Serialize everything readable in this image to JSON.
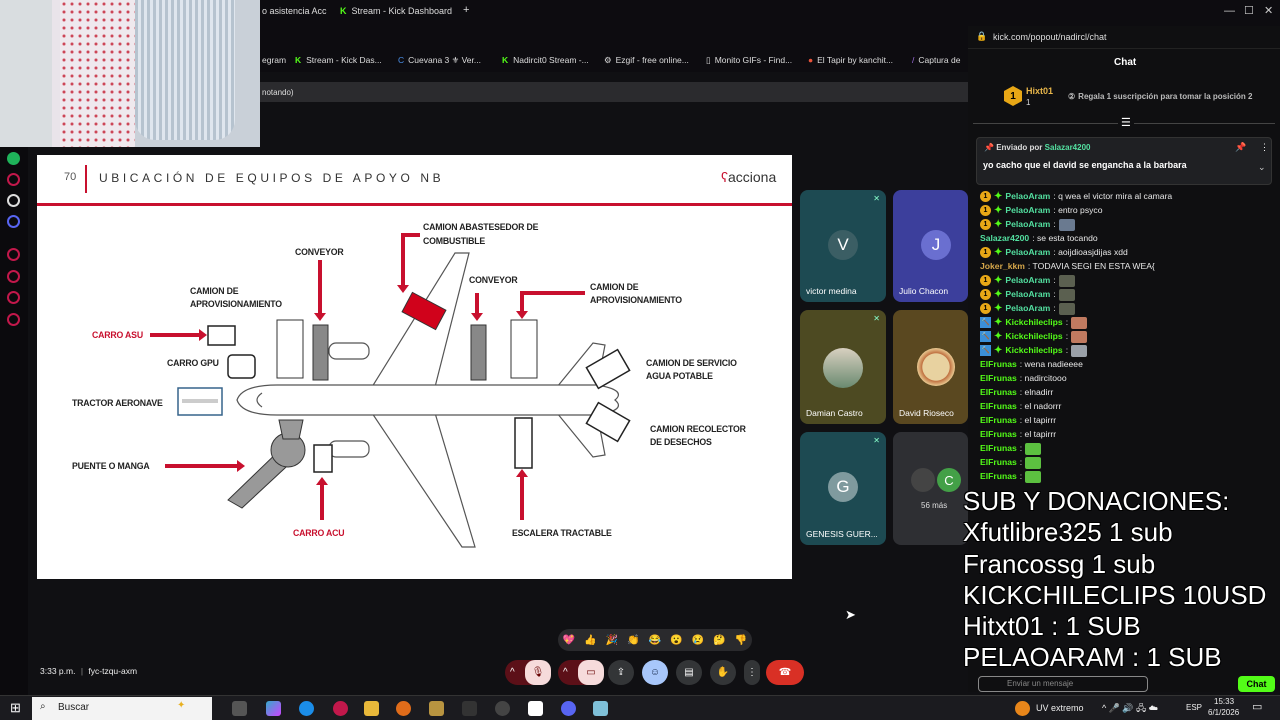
{
  "browser": {
    "tabs": [
      {
        "label": "o asistencia Acc"
      },
      {
        "label": "Stream - Kick Dashboard"
      }
    ],
    "new_tab": "+",
    "bookmarks": [
      {
        "label": "egram"
      },
      {
        "label": "Stream - Kick Das..."
      },
      {
        "label": "Cuevana 3 ⚜ Ver..."
      },
      {
        "label": "Nadircit0 Stream -..."
      },
      {
        "label": "Ezgif - free online..."
      },
      {
        "label": "Monito GIFs - Find..."
      },
      {
        "label": "El Tapir by kanchit..."
      },
      {
        "label": "Captura de"
      }
    ],
    "notice": "notando)",
    "popup_url": "kick.com/popout/nadircl/chat"
  },
  "slide": {
    "number": "70",
    "title": "UBICACIÓN DE EQUIPOS DE APOYO NB",
    "logo": "acciona",
    "labels": {
      "fuel_truck": "CAMION ABASTESEDOR DE",
      "fuel_truck2": "COMBUSTIBLE",
      "conveyor_left": "CONVEYOR",
      "catering_left": "CAMION DE",
      "catering_left2": "APROVISIONAMIENTO",
      "conveyor_right": "CONVEYOR",
      "catering_right": "CAMION DE",
      "catering_right2": "APROVISIONAMIENTO",
      "asu": "CARRO ASU",
      "gpu": "CARRO GPU",
      "tractor": "TRACTOR AERONAVE",
      "water": "CAMION DE SERVICIO",
      "water2": "AGUA POTABLE",
      "waste": "CAMION RECOLECTOR",
      "waste2": "DE DESECHOS",
      "bridge": "PUENTE O MANGA",
      "acu": "CARRO ACU",
      "stairs": "ESCALERA TRACTABLE"
    }
  },
  "participants": [
    {
      "name": "victor medina",
      "initial": "V",
      "muted": true
    },
    {
      "name": "Julio Chacon",
      "initial": "J",
      "muted": true
    },
    {
      "name": "Damian Castro",
      "initial": "",
      "muted": true
    },
    {
      "name": "David Rioseco",
      "initial": "",
      "muted": true
    },
    {
      "name": "GENESIS GUER...",
      "initial": "G",
      "muted": true
    },
    {
      "name": "56 más",
      "initial": "C",
      "muted": false
    }
  ],
  "meet": {
    "time": "3:33 p.m.",
    "separator": "|",
    "code": "fyc-tzqu-axm",
    "reactions": [
      "💖",
      "👍",
      "🎉",
      "👏",
      "😂",
      "😮",
      "😢",
      "🤔",
      "👎"
    ]
  },
  "chat": {
    "header": "Chat",
    "top_gifter": {
      "rank": "1",
      "name": "Hixt01",
      "count": "1",
      "cta": "Regala 1 suscripción para tomar la posición 2"
    },
    "pinned": {
      "prefix": "Enviado por",
      "user": "Salazar4200",
      "text": "yo cacho que el david se engancha a la barbara"
    },
    "messages": [
      {
        "user": "PelaoAram",
        "color": "#53e0a0",
        "badges": "sub",
        "text": ": q wea el victor mira al camara"
      },
      {
        "user": "PelaoAram",
        "color": "#53e0a0",
        "badges": "sub",
        "text": ": entro psyco"
      },
      {
        "user": "PelaoAram",
        "color": "#53e0a0",
        "badges": "sub",
        "text": ":",
        "emote": "#6a7a90"
      },
      {
        "user": "Salazar4200",
        "color": "#53e0a0",
        "badges": "",
        "text": ": se esta tocando"
      },
      {
        "user": "PelaoAram",
        "color": "#53e0a0",
        "badges": "sub",
        "text": ": aoijdioasjdijas xdd"
      },
      {
        "user": "Joker_kkm",
        "color": "#d6a74a",
        "badges": "",
        "text": ": TODAVIA SEGI EN ESTA WEA{"
      },
      {
        "user": "PelaoAram",
        "color": "#53e0a0",
        "badges": "sub",
        "text": ":",
        "emote": "#5b6050"
      },
      {
        "user": "PelaoAram",
        "color": "#53e0a0",
        "badges": "sub",
        "text": ":",
        "emote": "#5b6050"
      },
      {
        "user": "PelaoAram",
        "color": "#53e0a0",
        "badges": "sub",
        "text": ":",
        "emote": "#5b6050"
      },
      {
        "user": "Kickchileclips",
        "color": "#53fc18",
        "badges": "mod",
        "text": ":",
        "emote": "#c07a60"
      },
      {
        "user": "Kickchileclips",
        "color": "#53fc18",
        "badges": "mod",
        "text": ":",
        "emote": "#c07a60"
      },
      {
        "user": "Kickchileclips",
        "color": "#53fc18",
        "badges": "mod",
        "text": ":",
        "emote": "#9aa0a8"
      },
      {
        "user": "ElFrunas",
        "color": "#53fc18",
        "badges": "",
        "text": ": wena nadieeee"
      },
      {
        "user": "ElFrunas",
        "color": "#53fc18",
        "badges": "",
        "text": ": nadircitooo"
      },
      {
        "user": "ElFrunas",
        "color": "#53fc18",
        "badges": "",
        "text": ": elnadirr"
      },
      {
        "user": "ElFrunas",
        "color": "#53fc18",
        "badges": "",
        "text": ": el nadorrr"
      },
      {
        "user": "ElFrunas",
        "color": "#53fc18",
        "badges": "",
        "text": ": el tapirrr"
      },
      {
        "user": "ElFrunas",
        "color": "#53fc18",
        "badges": "",
        "text": ": el tapirrr"
      },
      {
        "user": "ElFrunas",
        "color": "#53fc18",
        "badges": "",
        "text": ":",
        "emote": "#5cc040"
      },
      {
        "user": "ElFrunas",
        "color": "#53fc18",
        "badges": "",
        "text": ":",
        "emote": "#5cc040"
      },
      {
        "user": "ElFrunas",
        "color": "#53fc18",
        "badges": "",
        "text": ":",
        "emote": "#5cc040"
      }
    ],
    "input_placeholder": "Enviar un mensaje",
    "send_label": "Chat"
  },
  "overlay": {
    "lines": [
      "SUB Y DONACIONES:",
      "Xfutlibre325 1 sub",
      "Francossg 1 sub",
      "KICKCHILECLIPS 10USD",
      "Hitxt01 : 1 SUB",
      "PELAOARAM : 1 SUB"
    ]
  },
  "taskbar": {
    "search": "Buscar",
    "weather": "UV extremo",
    "lang": "ESP",
    "time": "15:33",
    "date": "6/1/2026"
  },
  "colors": {
    "accent_red": "#c8102e",
    "kick_green": "#53fc18",
    "end_call": "#d93025"
  }
}
